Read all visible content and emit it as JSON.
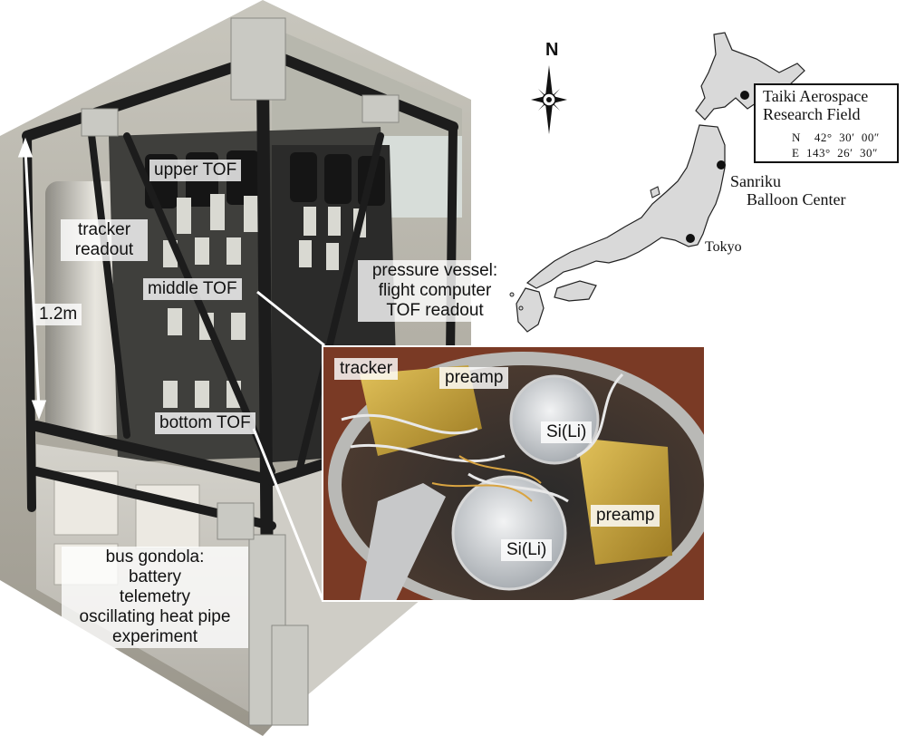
{
  "payload_photo": {
    "labels": {
      "upper_tof": "upper TOF",
      "tracker_readout": "tracker\nreadout",
      "middle_tof": "middle TOF",
      "pressure_vessel_1": "pressure vessel:",
      "pressure_vessel_2": "flight computer",
      "pressure_vessel_3": "TOF readout",
      "bottom_tof": "bottom TOF",
      "height": "1.2m",
      "bus_1": "bus gondola:",
      "bus_2": "battery",
      "bus_3": "telemetry",
      "bus_4": "oscillating heat pipe",
      "bus_5": "experiment"
    }
  },
  "inset_photo": {
    "labels": {
      "tracker": "tracker",
      "preamp_top": "preamp",
      "sili_top": "Si(Li)",
      "preamp_right": "preamp",
      "sili_bottom": "Si(Li)"
    }
  },
  "map": {
    "north": "N",
    "taiki": {
      "title_1": "Taiki Aerospace",
      "title_2": "Research Field",
      "lat": "N    42°  30′  00″",
      "lon": "E  143°  26′  30″"
    },
    "sanriku_1": "Sanriku",
    "sanriku_2": "Balloon Center",
    "tokyo": "Tokyo"
  },
  "colors": {
    "label_bg": "#ffffff",
    "map_land": "#d9d9d9",
    "inset_border": "#ffffff",
    "gold_foil": "#c9a23a",
    "frame_black": "#1c1c1c"
  }
}
